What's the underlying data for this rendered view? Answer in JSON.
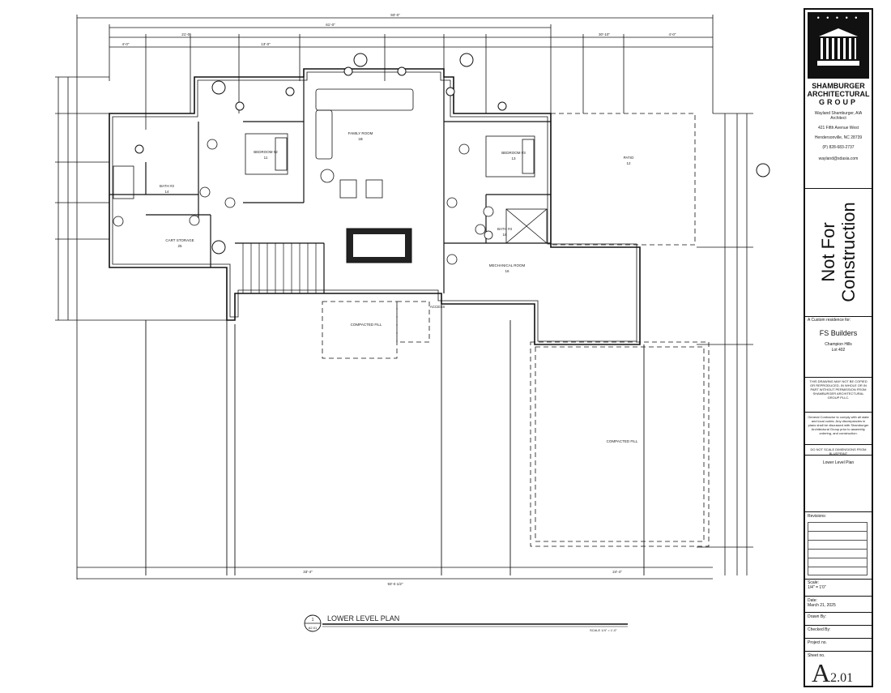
{
  "plan": {
    "rooms": [
      {
        "name": "BEDROOM #2",
        "num": "11"
      },
      {
        "name": "FAMILY ROOM",
        "num": "1B"
      },
      {
        "name": "BEDROOM #3",
        "num": "13"
      },
      {
        "name": "PATIO",
        "num": "12"
      },
      {
        "name": "BATH #2",
        "num": "14"
      },
      {
        "name": "CART STORAGE",
        "num": "25"
      },
      {
        "name": "BATH #3",
        "num": "18"
      },
      {
        "name": "MECHANICAL ROOM",
        "num": "16"
      }
    ],
    "fill_labels": [
      "COMPACTED FILL",
      "COMPACTED FILL"
    ],
    "access_label": "ACCESS",
    "dims_top": [
      "93'-0\"",
      "61'-0\"",
      "30'-10\"",
      "21'-0\"",
      "4'-0\"",
      "13'-0\"",
      "4'-0\""
    ],
    "dims_bottom": [
      "93'-0 1/2\"",
      "33'-4\"",
      "24'-4\""
    ],
    "title": "LOWER LEVEL PLAN",
    "title_ref_top": "1",
    "title_ref_bottom": "A2.01",
    "scale_note": "SCALE 1/4\" = 1'-0\""
  },
  "titleblock": {
    "firm_line1": "SHAMBURGER",
    "firm_line2": "ARCHITECTURAL",
    "firm_line3": "GROUP",
    "architect": "Wayland Shamburger, AIA",
    "role": "Architect",
    "address1": "421 Fifth Avenue West",
    "address2": "Hendersonville, NC 28739",
    "phone": "(P) 828-683-2737",
    "email": "wayland@sdasia.com",
    "stamp": "Not For Construction",
    "client_label": "A Custom residence for:",
    "client": "FS Builders",
    "project": "Champion Hills",
    "lot": "Lot 402",
    "copyright_note": "THIS DRAWING MAY NOT BE COPIED OR REPRODUCED, IN WHOLE OR IN PART WITHOUT PERMISSION FROM SHAMBURGER ARCHITECTURAL GROUP PLLC.",
    "contractor_note": "General Contractor to comply with all state and local codes. Any discrepancies in plans shall be discussed with Shamburger Architectural Group prior to assembly, ordering, and construction.",
    "scale_warning": "DO NOT SCALE DIMENSIONS FROM BLUEPRINT",
    "sheet_title": "Lower Level Plan",
    "revisions_label": "Revisions:",
    "scale_label": "Scale:",
    "scale_value": "1/4\" = 1'0\"",
    "date_label": "Date:",
    "date_value": "March 21, 2025",
    "drawn_label": "Drawn By:",
    "checked_label": "Checked By:",
    "project_label": "Project no.",
    "sheet_label": "Sheet no.",
    "sheet_letter": "A",
    "sheet_number": "2.01"
  }
}
